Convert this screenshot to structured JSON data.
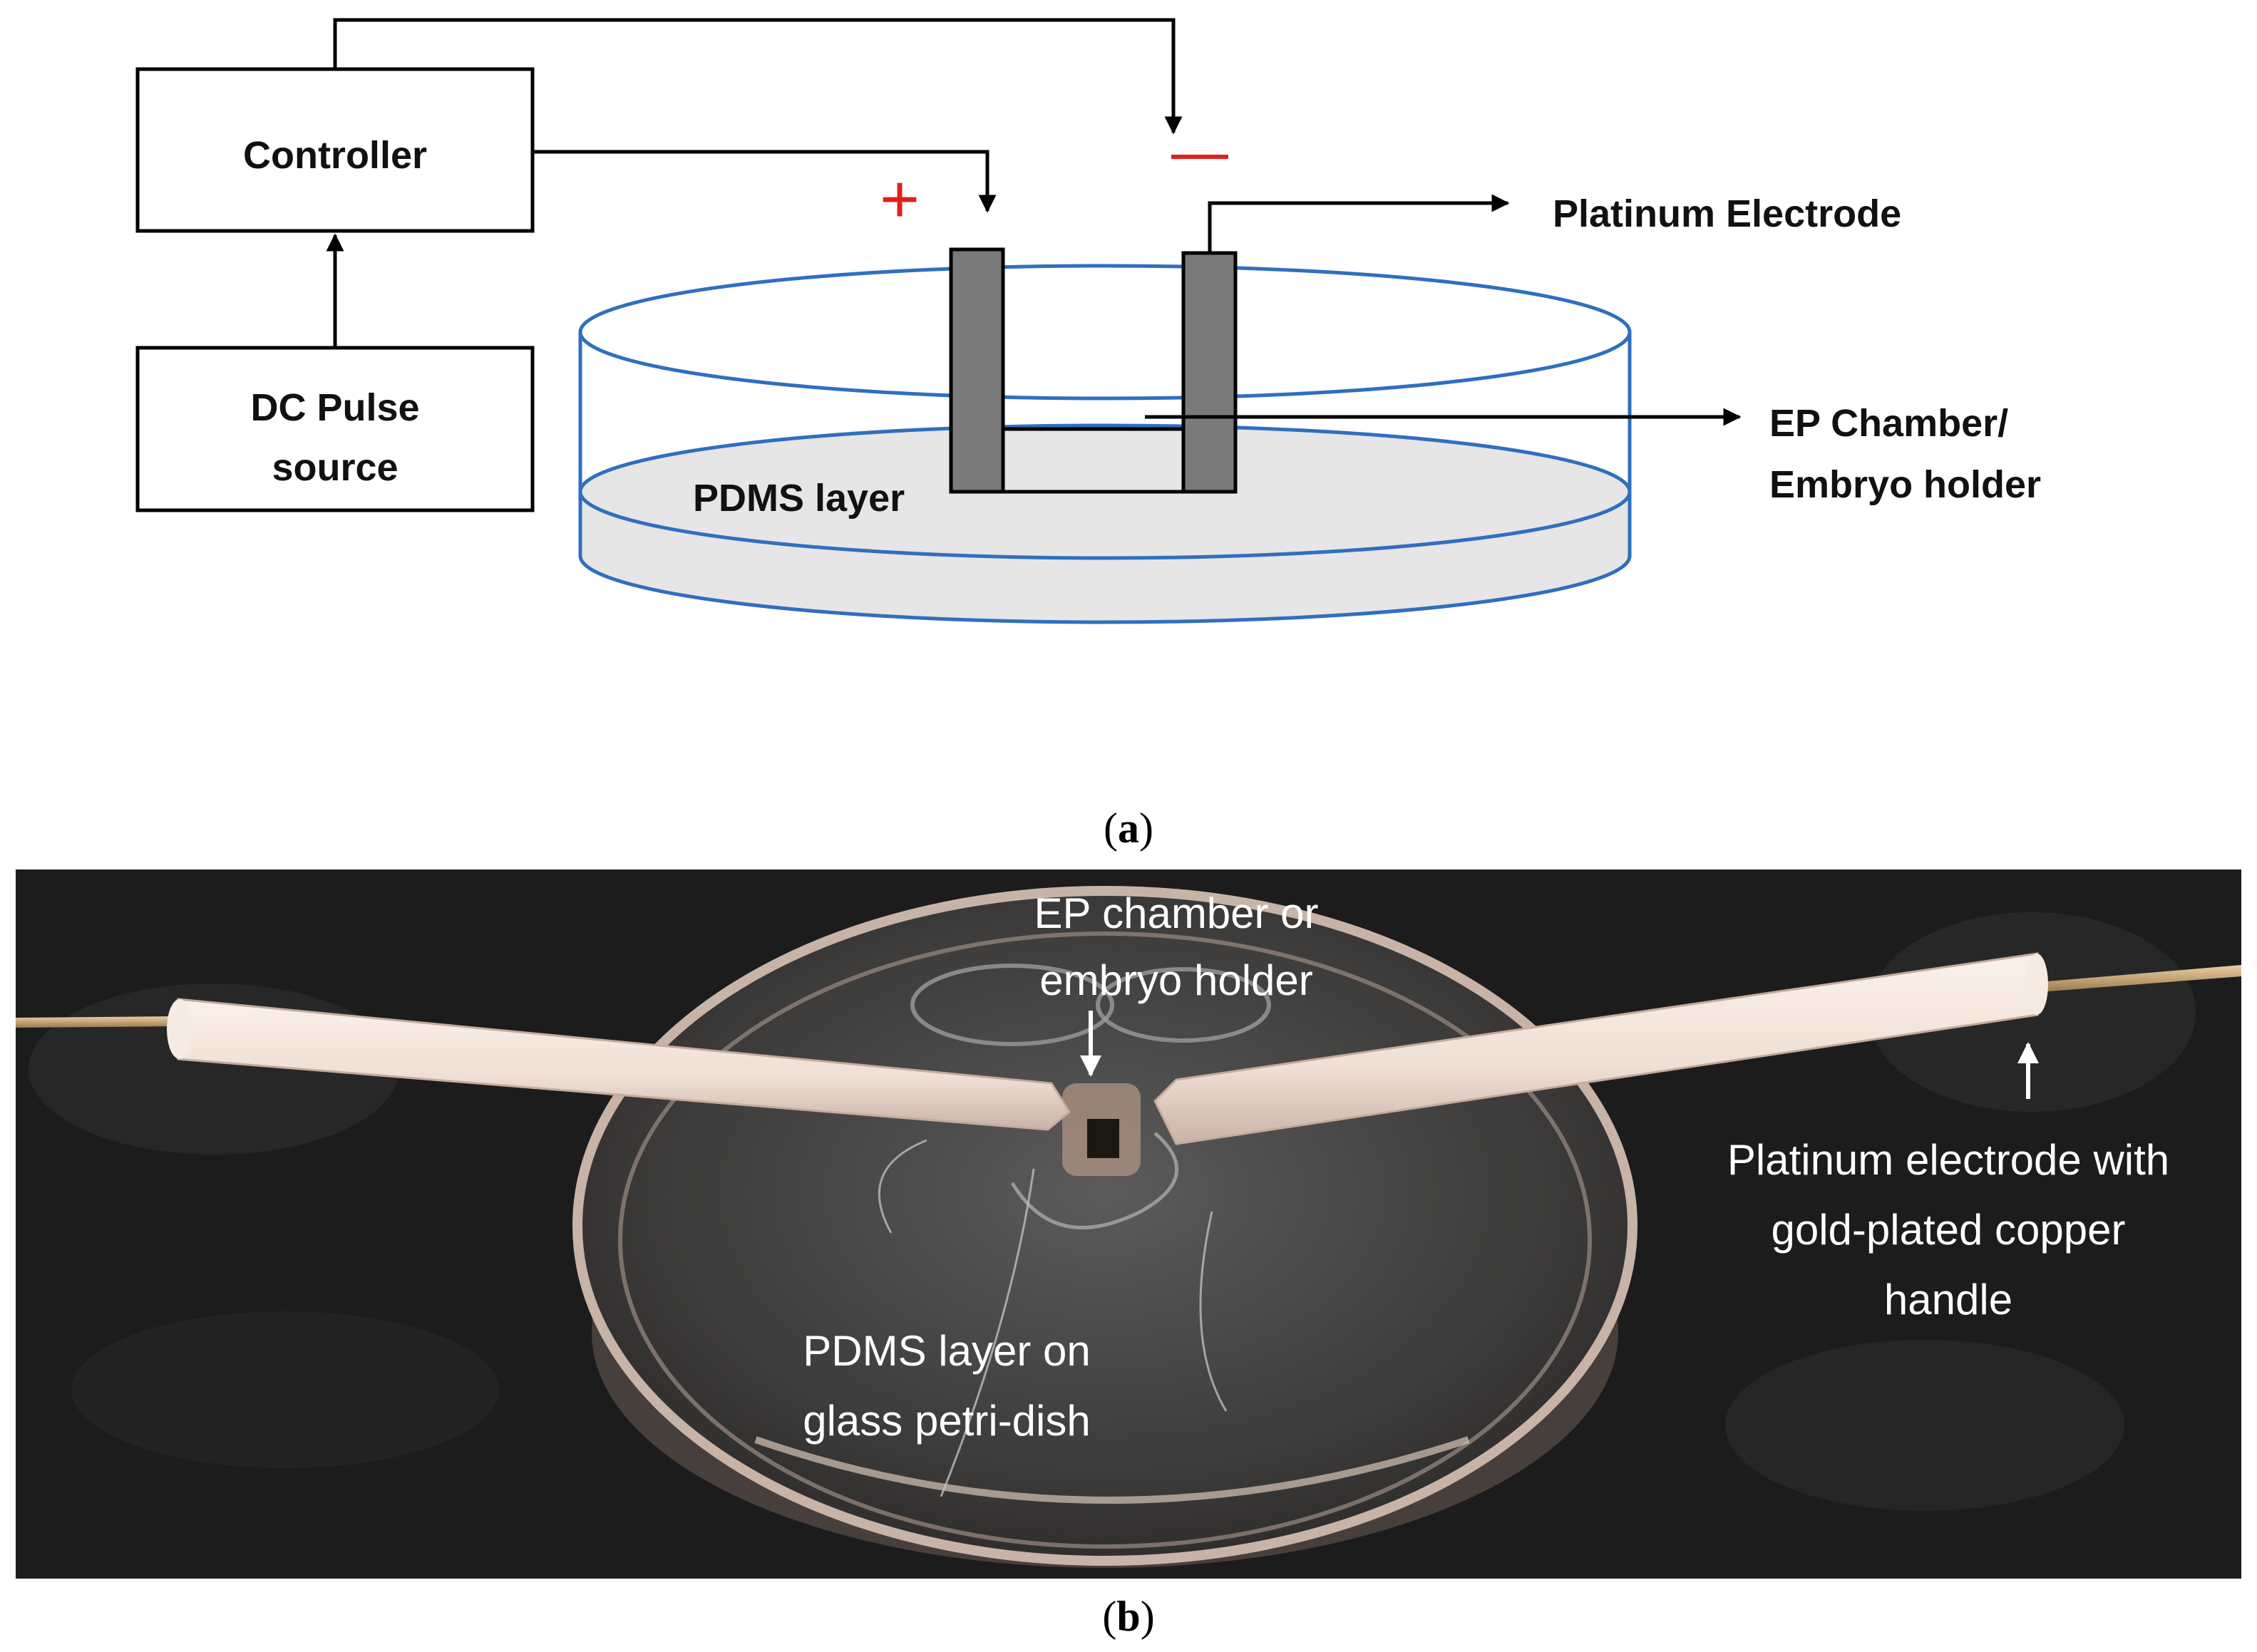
{
  "panel_a": {
    "controller_label": "Controller",
    "dc_pulse_line1": "DC Pulse",
    "dc_pulse_line2": "source",
    "plus_sign": "+",
    "minus_sign": "−",
    "platinum_electrode_label": "Platinum Electrode",
    "ep_chamber_line1": "EP Chamber/",
    "ep_chamber_line2": "Embryo holder",
    "pdms_label": "PDMS layer",
    "caption_open": "(",
    "caption_letter": "a",
    "caption_close": ")"
  },
  "panel_b": {
    "ep_chamber_line1": "EP chamber or",
    "ep_chamber_line2": "embryo holder",
    "electrode_line1": "Platinum electrode with",
    "electrode_line2": "gold-plated copper",
    "electrode_line3": "handle",
    "pdms_line1": "PDMS layer on",
    "pdms_line2": "glass petri-dish",
    "caption_open": "(",
    "caption_letter": "b",
    "caption_close": ")"
  },
  "colors": {
    "line": "#000000",
    "polarity": "#e0201b",
    "dish_outline": "#2f6fc0",
    "pdms_fill": "#e6e6e6",
    "electrode": "#7a7a7a",
    "photo_background": "#1c1c1c",
    "handle": "#efe0d6"
  }
}
